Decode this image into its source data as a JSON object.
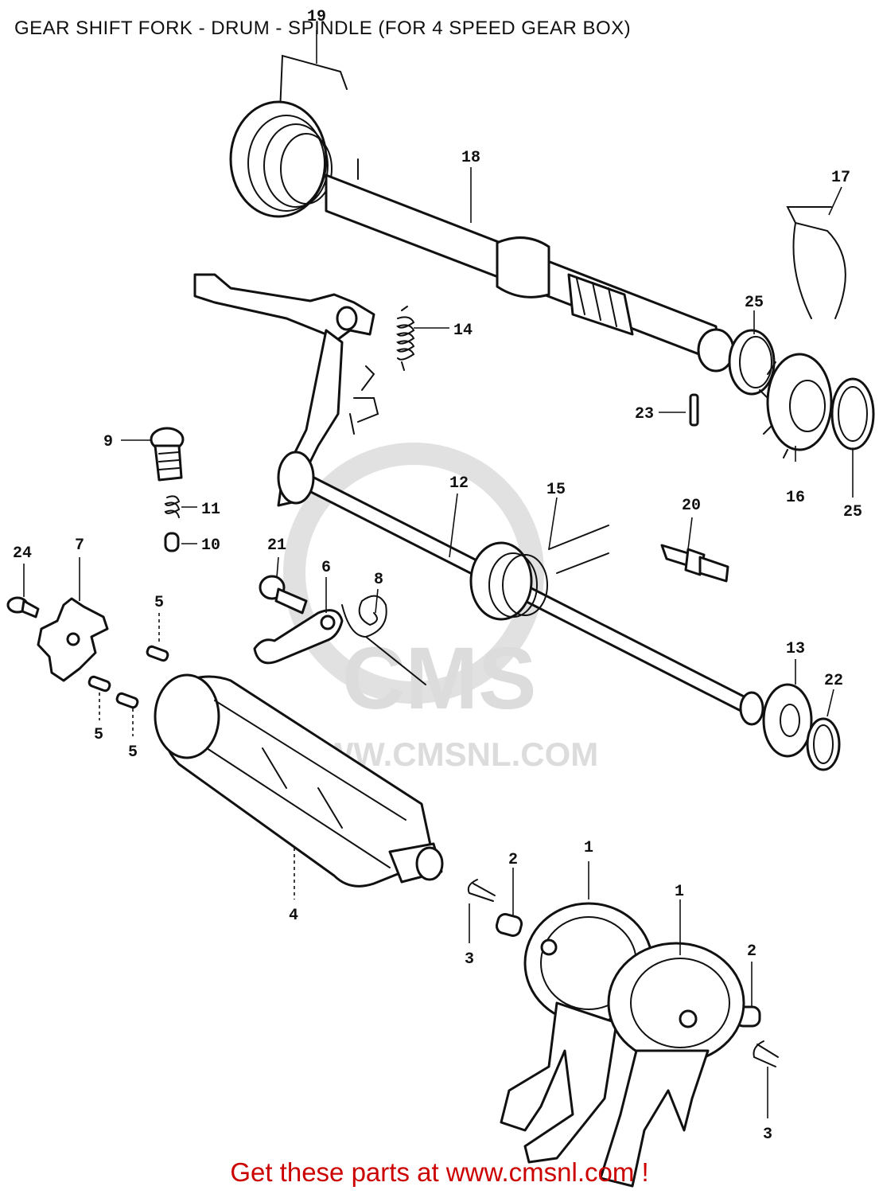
{
  "title": "GEAR SHIFT FORK - DRUM - SPINDLE (FOR 4 SPEED GEAR BOX)",
  "footer": "Get these parts at www.cmsnl.com !",
  "watermark": {
    "brand": "CMS",
    "url": "WWW.CMSNL.COM"
  },
  "callouts": {
    "c1a": "1",
    "c1b": "1",
    "c2a": "2",
    "c2b": "2",
    "c3a": "3",
    "c3b": "3",
    "c4": "4",
    "c5a": "5",
    "c5b": "5",
    "c5c": "5",
    "c6": "6",
    "c7": "7",
    "c8": "8",
    "c9": "9",
    "c10": "10",
    "c11": "11",
    "c12": "12",
    "c13": "13",
    "c14": "14",
    "c15": "15",
    "c16": "16",
    "c17": "17",
    "c18": "18",
    "c19": "19",
    "c20": "20",
    "c21": "21",
    "c22": "22",
    "c23": "23",
    "c24": "24",
    "c25a": "25",
    "c25b": "25"
  },
  "colors": {
    "line": "#111111",
    "footer": "#cc0000",
    "watermark": "#d9d9d9",
    "background": "#ffffff"
  }
}
